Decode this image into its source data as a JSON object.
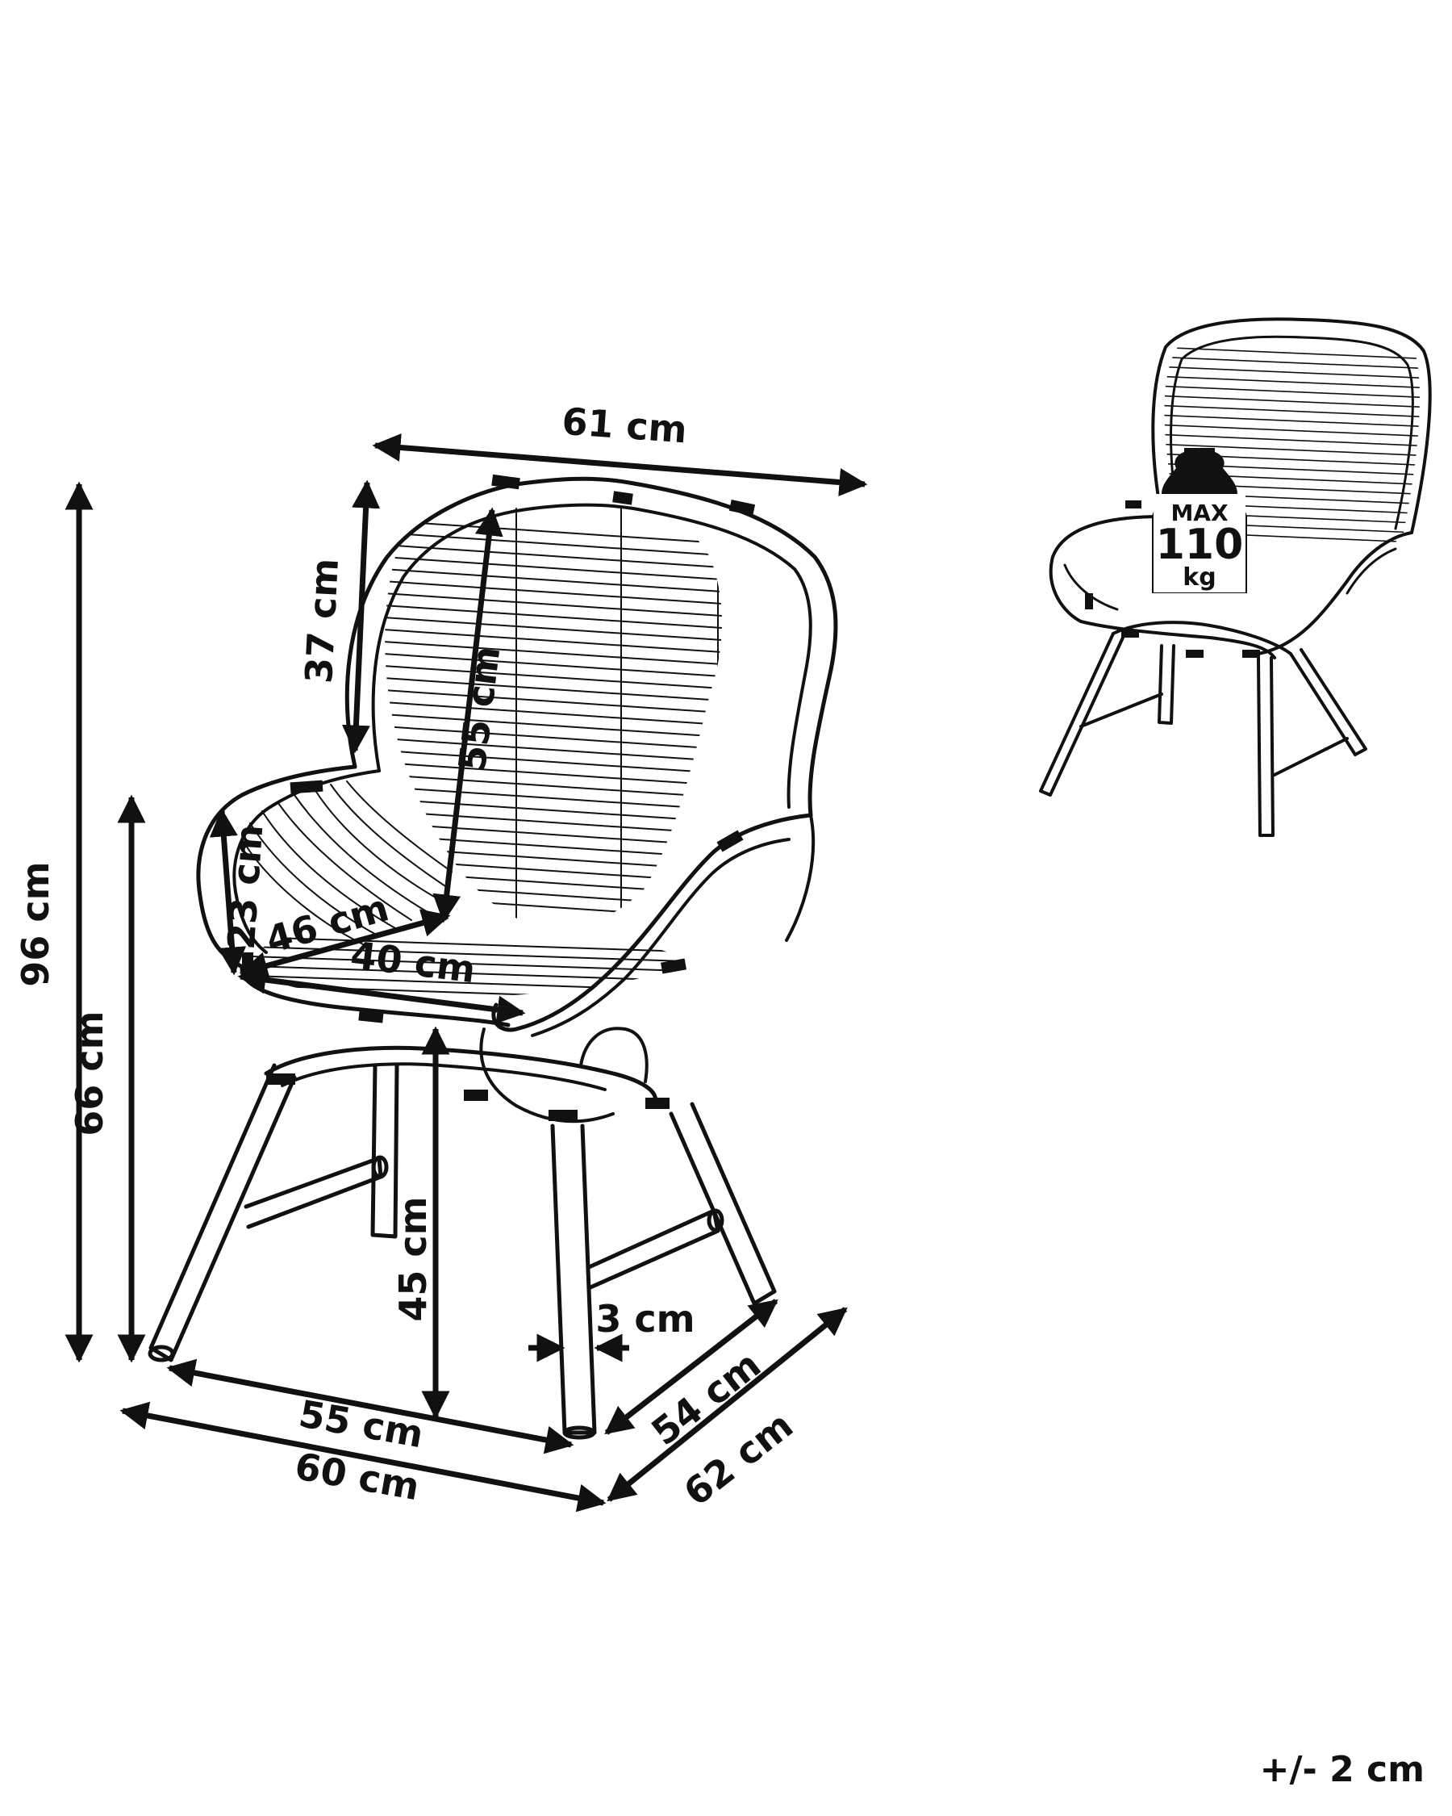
{
  "dimensions": {
    "total_height": "96 cm",
    "armrest_height": "66 cm",
    "top_width": "61 cm",
    "upper_back_height": "37 cm",
    "backrest_height": "55 cm",
    "armrest_to_seat": "23 cm",
    "seat_depth": "46 cm",
    "seat_width": "40 cm",
    "seat_height": "45 cm",
    "leg_thickness": "3 cm",
    "front_leg_span": "55 cm",
    "base_width": "60 cm",
    "side_leg_span": "54 cm",
    "base_depth": "62 cm"
  },
  "load_badge": {
    "max_label": "MAX",
    "value": "110",
    "unit": "kg"
  },
  "tolerance": "+/- 2 cm",
  "colors": {
    "ink": "#111111",
    "background": "#ffffff"
  }
}
